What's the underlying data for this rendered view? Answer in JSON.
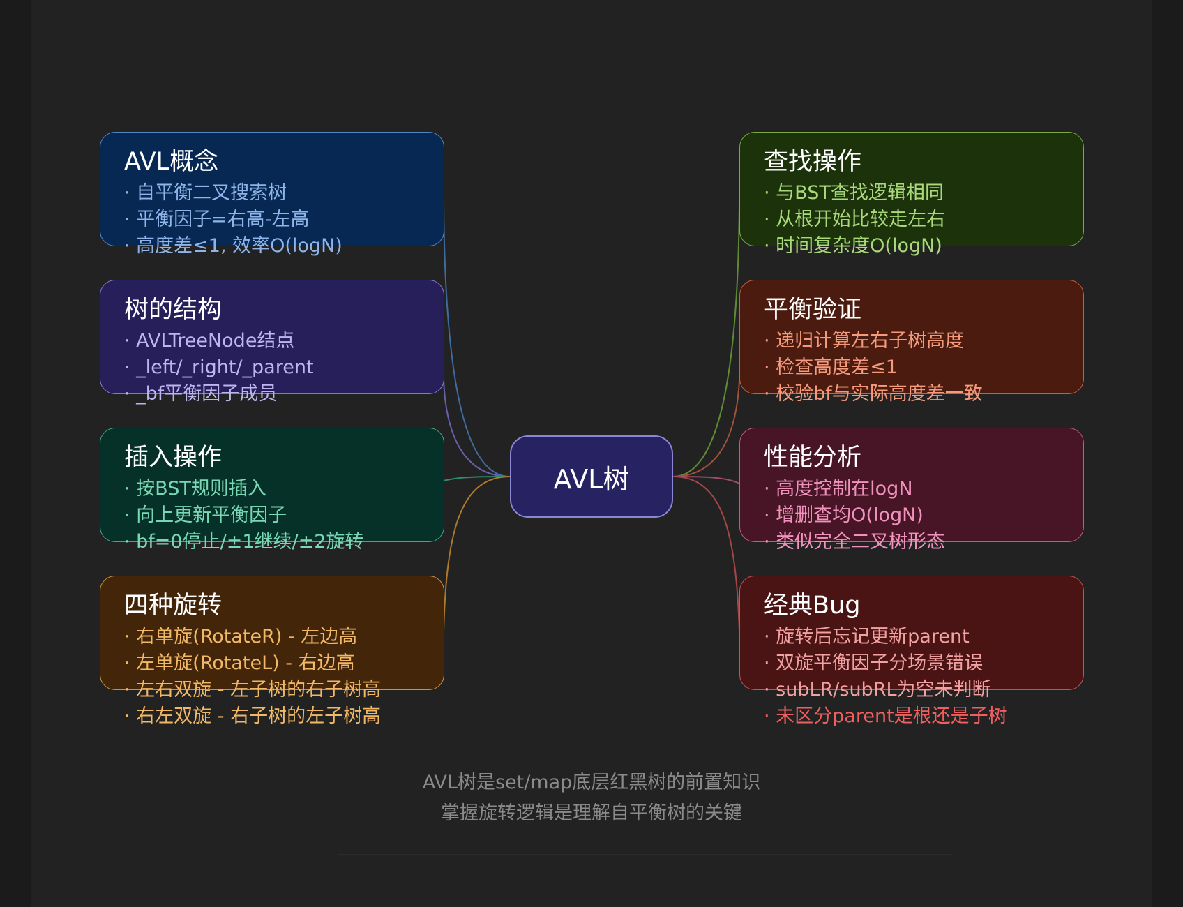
{
  "center": {
    "label": "AVL树"
  },
  "nodes": [
    {
      "id": "concept",
      "title": "AVL概念",
      "lines": [
        "· 自平衡二叉搜索树",
        "· 平衡因子=右高-左高",
        "· 高度差≤1, 效率O(logN)"
      ],
      "colors": {
        "bg": "#062852",
        "border": "#4f86c6",
        "text": "#8fb4ea",
        "link": "#3f6c9e"
      }
    },
    {
      "id": "structure",
      "title": "树的结构",
      "lines": [
        "· AVLTreeNode结点",
        "· _left/_right/_parent",
        "· _bf平衡因子成员"
      ],
      "colors": {
        "bg": "#271f5a",
        "border": "#8479cf",
        "text": "#bdb4f0",
        "link": "#6a5fae"
      }
    },
    {
      "id": "insert",
      "title": "插入操作",
      "lines": [
        "· 按BST规则插入",
        "· 向上更新平衡因子",
        "· bf=0停止/±1继续/±2旋转"
      ],
      "colors": {
        "bg": "#063129",
        "border": "#3fa886",
        "text": "#79d8b4",
        "link": "#2f8c70"
      }
    },
    {
      "id": "rotate",
      "title": "四种旋转",
      "lines": [
        "· 右单旋(RotateR) - 左边高",
        "· 左单旋(RotateL) - 右边高",
        "· 左右双旋 - 左子树的右子树高",
        "· 右左双旋 - 右子树的左子树高"
      ],
      "colors": {
        "bg": "#43260a",
        "border": "#c9933f",
        "text": "#f2b866",
        "link": "#b07a2c"
      }
    },
    {
      "id": "search",
      "title": "查找操作",
      "lines": [
        "· 与BST查找逻辑相同",
        "· 从根开始比较走左右",
        "· 时间复杂度O(logN)"
      ],
      "colors": {
        "bg": "#1c320b",
        "border": "#79ab45",
        "text": "#a9d97b",
        "link": "#5e8a34"
      }
    },
    {
      "id": "verify",
      "title": "平衡验证",
      "lines": [
        "· 递归计算左右子树高度",
        "· 检查高度差≤1",
        "· 校验bf与实际高度差一致"
      ],
      "colors": {
        "bg": "#4a1b0e",
        "border": "#c8603f",
        "text": "#f59a7c",
        "link": "#a3513a"
      }
    },
    {
      "id": "perf",
      "title": "性能分析",
      "lines": [
        "· 高度控制在logN",
        "· 增删查均O(logN)",
        "· 类似完全二叉树形态"
      ],
      "colors": {
        "bg": "#481526",
        "border": "#c25b87",
        "text": "#f093bc",
        "link": "#a04a6b"
      }
    },
    {
      "id": "bugs",
      "title": "经典Bug",
      "lines": [
        "· 旋转后忘记更新parent",
        "· 双旋平衡因子分场景错误",
        "· subLR/subRL为空未判断",
        "· 未区分parent是根还是子树"
      ],
      "colors": {
        "bg": "#4b1414",
        "border": "#c55454",
        "text": "#f2a1a1",
        "link": "#a44747",
        "alert": "#f05f5f"
      }
    }
  ],
  "footer": {
    "lines": [
      "AVL树是set/map底层红黑树的前置知识",
      "掌握旋转逻辑是理解自平衡树的关键"
    ]
  }
}
